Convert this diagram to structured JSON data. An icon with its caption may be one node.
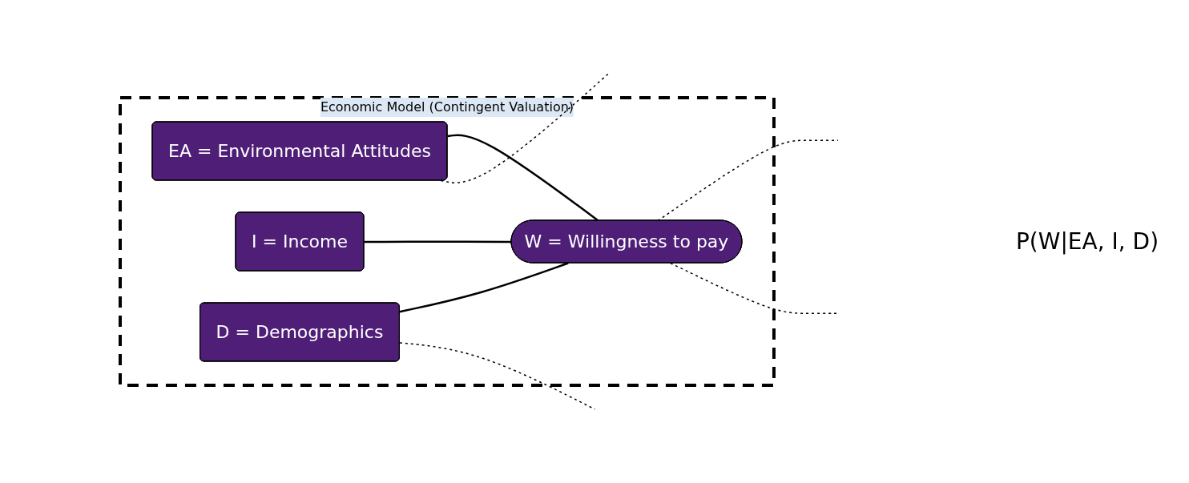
{
  "diagram": {
    "nodes": [
      {
        "text": [
          "Economic Model (Contingent Valuation)"
        ]
      },
      {
        "text": [
          "EA = Environmental Attitudes"
        ],
        "in": 0
      },
      {
        "text": [
          "I = Income"
        ],
        "in": 0
      },
      {
        "text": [
          "D = Demographics"
        ],
        "in": 0
      },
      {
        "text": [
          "W = Willingness to pay"
        ],
        "in": 0
      }
    ],
    "edges": [
      {
        "from": 1,
        "to": 4,
        "arrow": "none"
      },
      {
        "from": 2,
        "to": 4,
        "arrow": "none"
      },
      {
        "from": 3,
        "to": 4,
        "arrow": "none"
      },
      {
        "from": 4,
        "to": null,
        "arrow": "none",
        "style": "dashed"
      },
      {
        "from": 4,
        "to": null,
        "arrow": "none",
        "style": "dashed"
      },
      {
        "from": 1,
        "to": null,
        "arrow": "none",
        "style": "dashed"
      },
      {
        "from": 3,
        "to": null,
        "arrow": "none",
        "style": "dashed"
      }
    ],
    "labels": [
      "P(W|EA, I, D)"
    ]
  }
}
